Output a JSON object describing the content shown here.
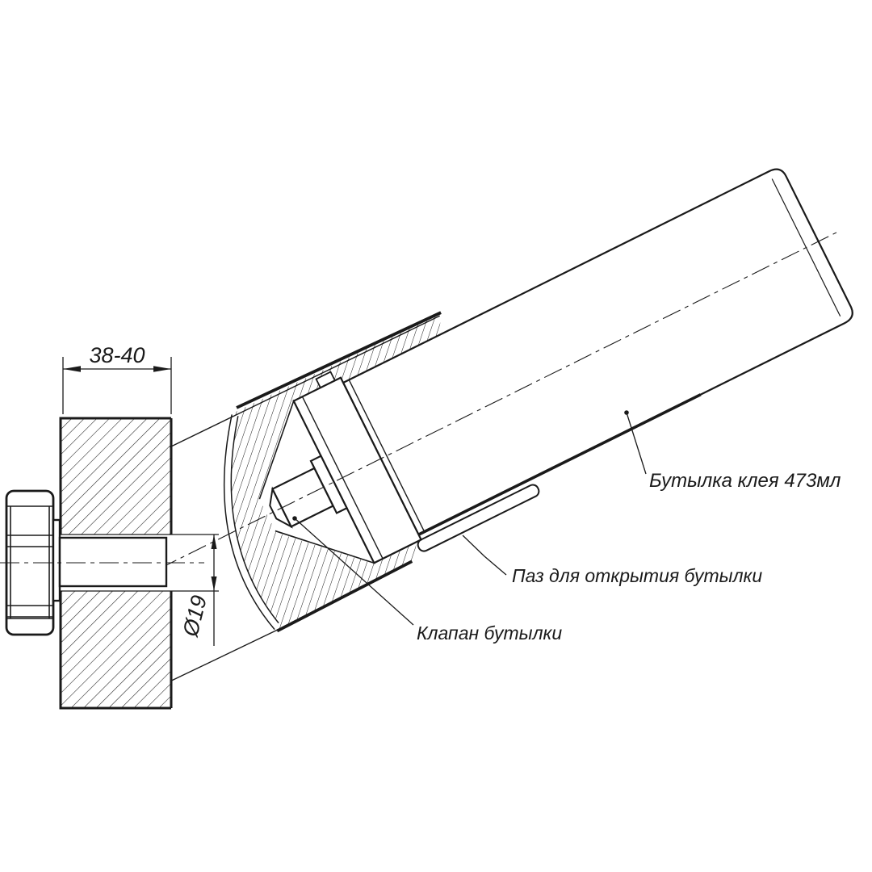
{
  "drawing": {
    "title": "glue-bottle-holder-section-drawing",
    "background_color": "#ffffff",
    "line_color": "#1a1a1a",
    "dimensions": {
      "plate_width": "38-40",
      "bore_diameter": "Ø19"
    },
    "labels": {
      "bottle": "Бутылка клея 473мл",
      "slot": "Паз для открытия бутылки",
      "valve": "Клапан бутылки"
    }
  }
}
